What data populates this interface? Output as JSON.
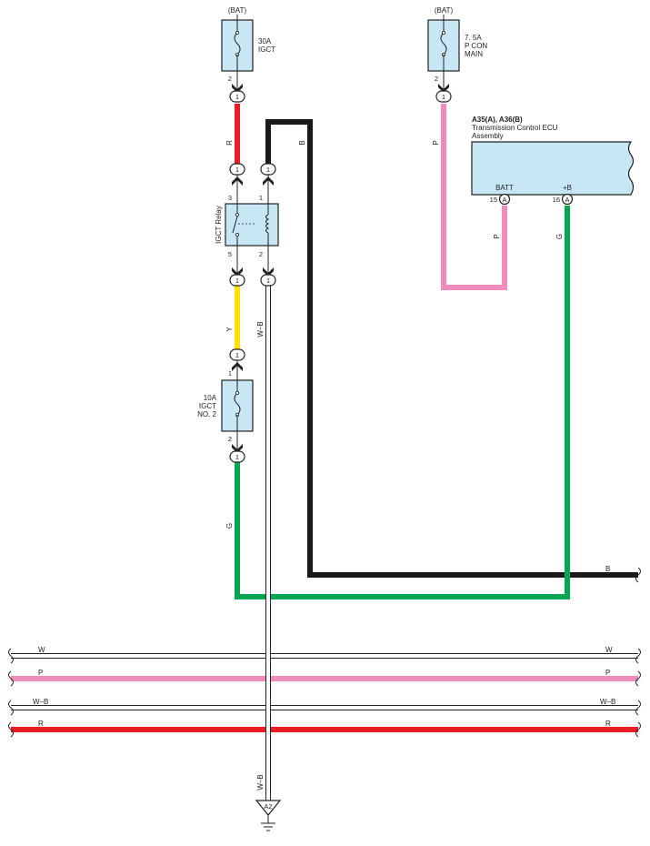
{
  "colors": {
    "red": "#ec1c24",
    "black": "#1a1a1a",
    "pink": "#f18bbd",
    "yellow": "#ffe000",
    "green": "#00a651",
    "white_wire": "#ffffff",
    "box_fill": "#c8e7f5"
  },
  "fuse_igct": {
    "source": "(BAT)",
    "rating": "30A",
    "name": "IGCT",
    "pin": "2",
    "conn": "1"
  },
  "fuse_pcon": {
    "source": "(BAT)",
    "rating": "7. 5A",
    "name1": "P CON",
    "name2": "MAIN",
    "pin": "2",
    "conn": "1"
  },
  "fuse_igct2": {
    "rating": "10A",
    "name1": "IGCT",
    "name2": "NO. 2",
    "pin_top": "1",
    "pin_bottom": "2",
    "conn_top": "1",
    "conn_bottom": "1"
  },
  "relay": {
    "name": "IGCT Relay",
    "pin3": "3",
    "pin1": "1",
    "pin5": "5",
    "pin2": "2",
    "conn_a_top": "1",
    "conn_b_top": "1",
    "conn_a_bottom": "1",
    "conn_b_bottom": "1"
  },
  "ecu": {
    "title": "A35(A), A36(B)",
    "subtitle1": "Transmission Control ECU",
    "subtitle2": "Assembly",
    "batt_label": "BATT",
    "b_label": "+B",
    "batt_pin": "15",
    "b_pin": "16",
    "conn_letter": "A"
  },
  "wire_labels": {
    "r": "R",
    "b": "B",
    "p": "P",
    "y": "Y",
    "g": "G",
    "wb": "W–B",
    "w": "W"
  },
  "ground": {
    "label": "A2"
  }
}
